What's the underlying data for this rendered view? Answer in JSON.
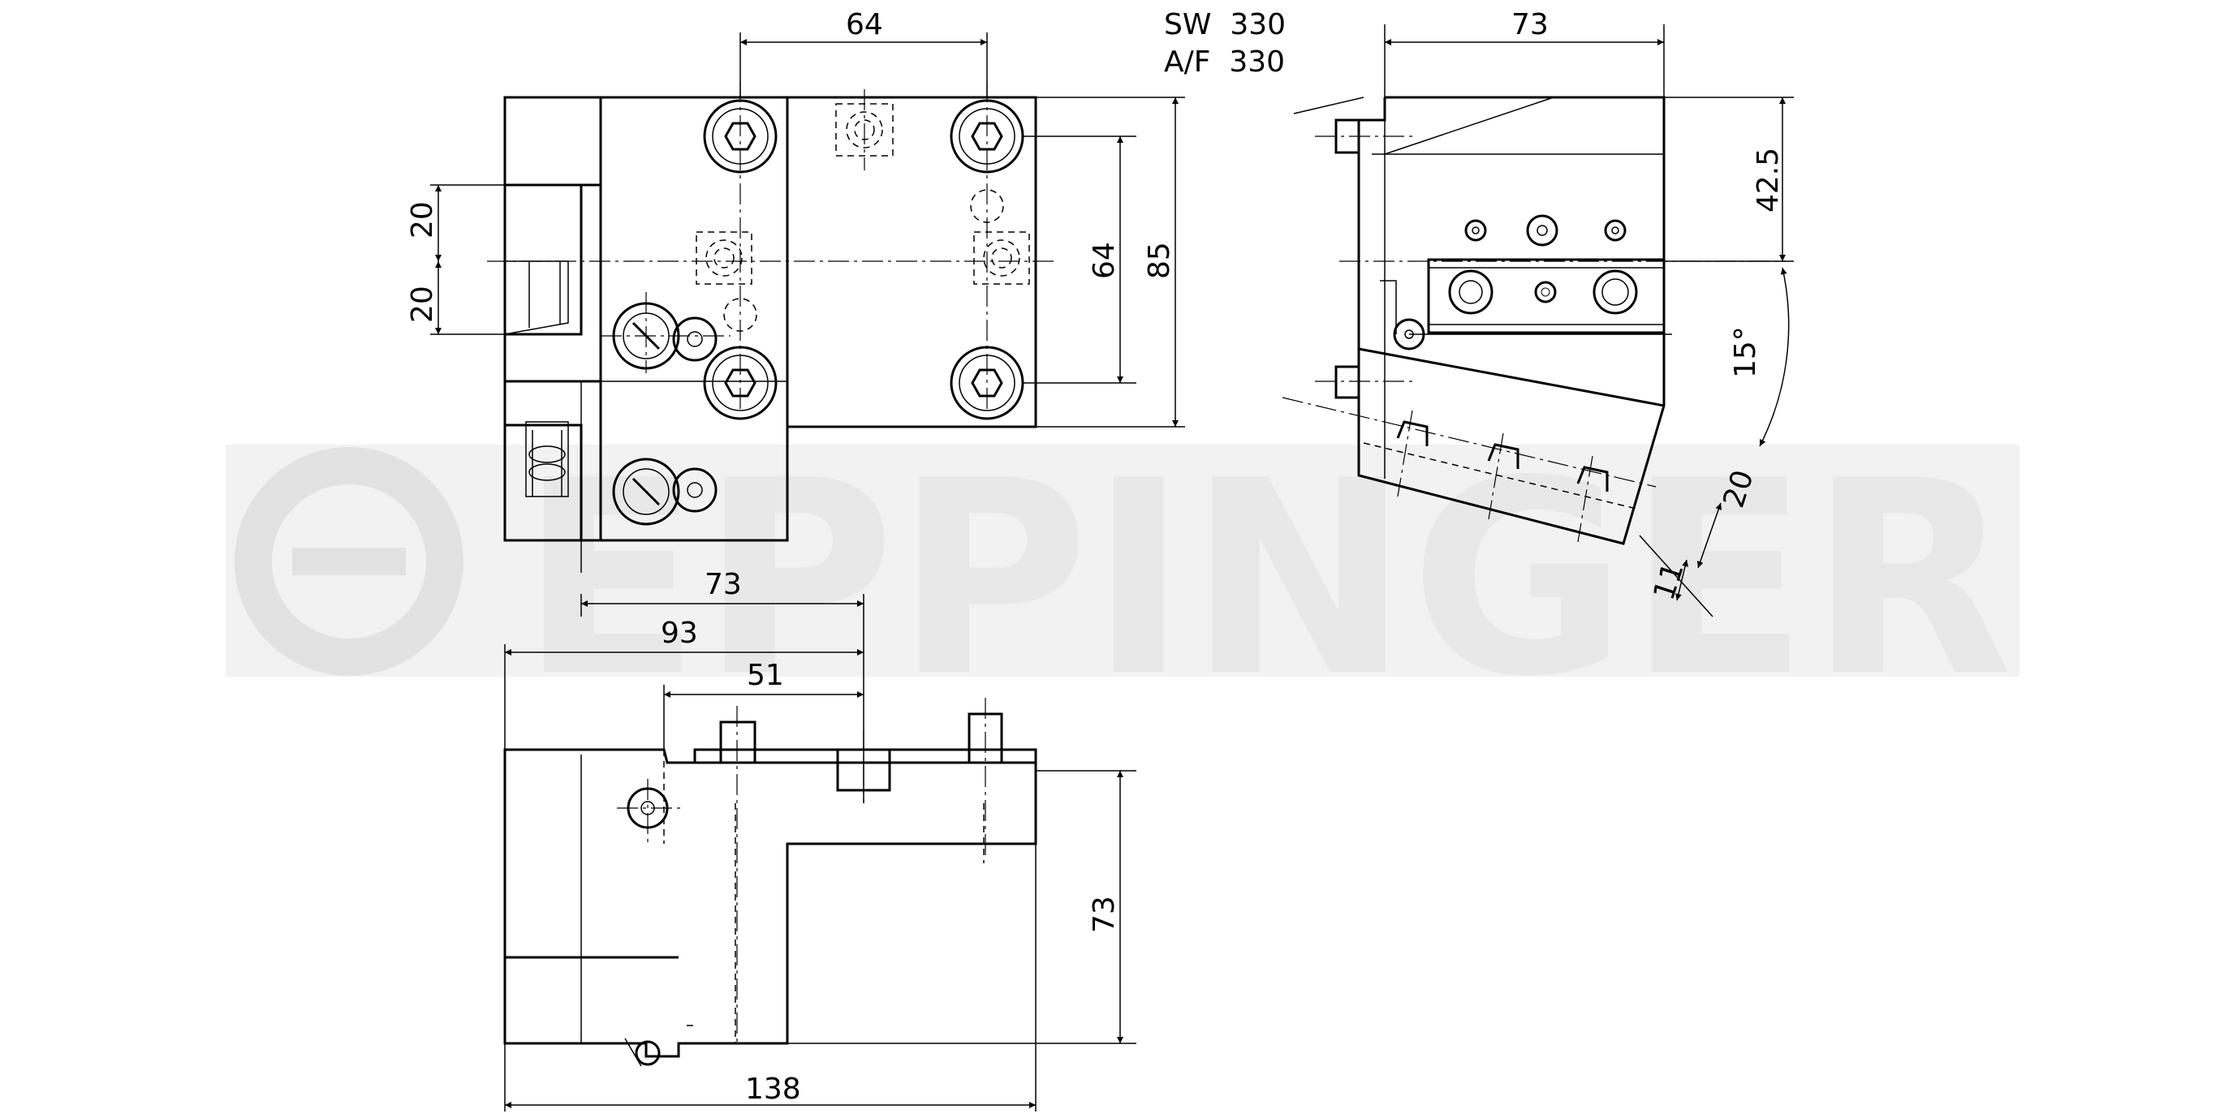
{
  "watermark": {
    "brand": "EPPINGER"
  },
  "spec": {
    "sw_line": "SW  330",
    "af_line": "A/F  330"
  },
  "dimensions": {
    "front_top_width": "64",
    "front_hole_spacing": "64",
    "front_height": "85",
    "front_left_upper": "20",
    "front_left_lower": "20",
    "side_width": "73",
    "side_height": "42.5",
    "side_angle": "15°",
    "side_offset_20": "20",
    "side_offset_11": "11",
    "bottom_73": "73",
    "bottom_93": "93",
    "bottom_51": "51",
    "bottom_height": "73",
    "bottom_total": "138"
  }
}
